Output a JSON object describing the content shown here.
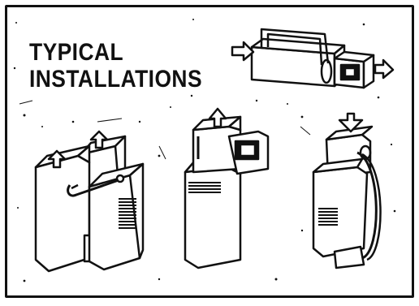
{
  "title": {
    "line1": "TYPICAL",
    "line2": "INSTALLATIONS"
  },
  "colors": {
    "ink": "#111111",
    "paper": "#ffffff"
  },
  "illustrations": [
    {
      "name": "horizontal-installation"
    },
    {
      "name": "side-by-side-installation"
    },
    {
      "name": "upflow-installation"
    },
    {
      "name": "downflow-installation"
    }
  ]
}
